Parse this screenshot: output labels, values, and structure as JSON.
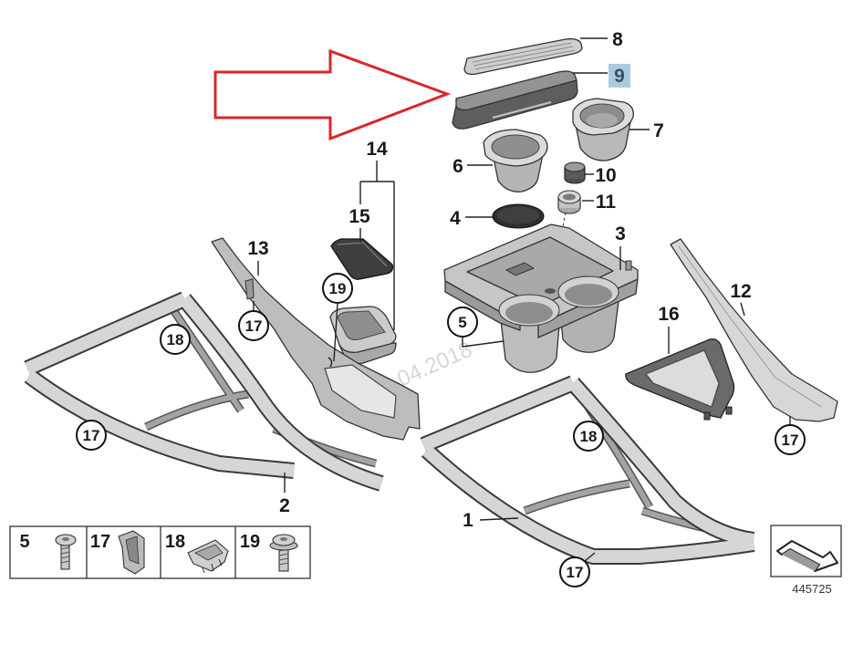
{
  "callouts": {
    "p1": "1",
    "p2": "2",
    "p3": "3",
    "p4": "4",
    "p6": "6",
    "p7": "7",
    "p8": "8",
    "p9": "9",
    "p10": "10",
    "p11": "11",
    "p12": "12",
    "p13": "13",
    "p14": "14",
    "p15": "15",
    "p16": "16"
  },
  "circled_callouts": [
    "19",
    "17",
    "18",
    "5",
    "18",
    "17",
    "17",
    "17"
  ],
  "legend": [
    {
      "number": "5",
      "icon": "screw-icon"
    },
    {
      "number": "17",
      "icon": "clip-nut-icon"
    },
    {
      "number": "18",
      "icon": "spring-clip-icon"
    },
    {
      "number": "19",
      "icon": "flange-screw-icon"
    }
  ],
  "diagram_number": "445725",
  "watermark": "04.2018",
  "logo_icon": "folded-arrow-icon",
  "colors": {
    "highlight": "#a9cbe0",
    "arrow": "#d9262c"
  }
}
